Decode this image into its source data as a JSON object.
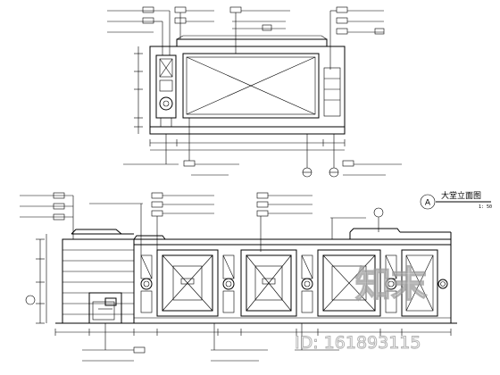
{
  "title": {
    "badge": "A",
    "text": "大堂立面图",
    "scale": "1: 50"
  },
  "watermark": {
    "brand": "知末",
    "id_text": "ID: 161893115"
  },
  "colors": {
    "line": "#000000",
    "watermark": "#bfbfbf"
  }
}
